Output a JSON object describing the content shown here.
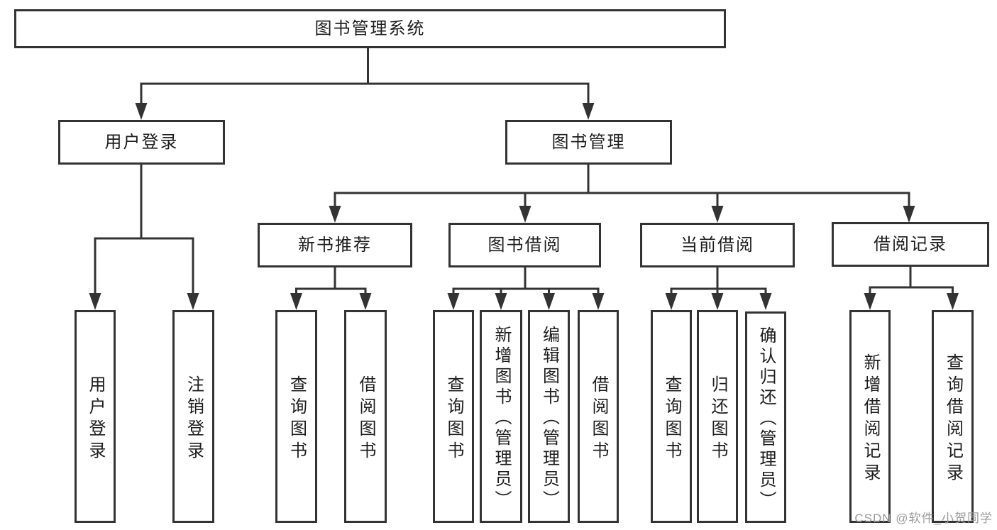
{
  "tree": {
    "label": "图书管理系统",
    "children": [
      {
        "label": "用户登录",
        "children": [
          {
            "label": "用户登录"
          },
          {
            "label": "注销登录"
          }
        ]
      },
      {
        "label": "图书管理",
        "children": [
          {
            "label": "新书推荐",
            "children": [
              {
                "label": "查询图书"
              },
              {
                "label": "借阅图书"
              }
            ]
          },
          {
            "label": "图书借阅",
            "children": [
              {
                "label": "查询图书"
              },
              {
                "label": "新增图书（管理员）"
              },
              {
                "label": "编辑图书（管理员）"
              },
              {
                "label": "借阅图书"
              }
            ]
          },
          {
            "label": "当前借阅",
            "children": [
              {
                "label": "查询图书"
              },
              {
                "label": "归还图书"
              },
              {
                "label": "确认归还（管理员）"
              }
            ]
          },
          {
            "label": "借阅记录",
            "children": [
              {
                "label": "新增借阅记录"
              },
              {
                "label": "查询借阅记录"
              }
            ]
          }
        ]
      }
    ]
  },
  "watermark": {
    "text": "CSDN @软件_小贺同学"
  },
  "colors": {
    "line": "#333333",
    "text": "#1d1d1d",
    "watermark": "#9b9b9b",
    "background": "#ffffff"
  }
}
